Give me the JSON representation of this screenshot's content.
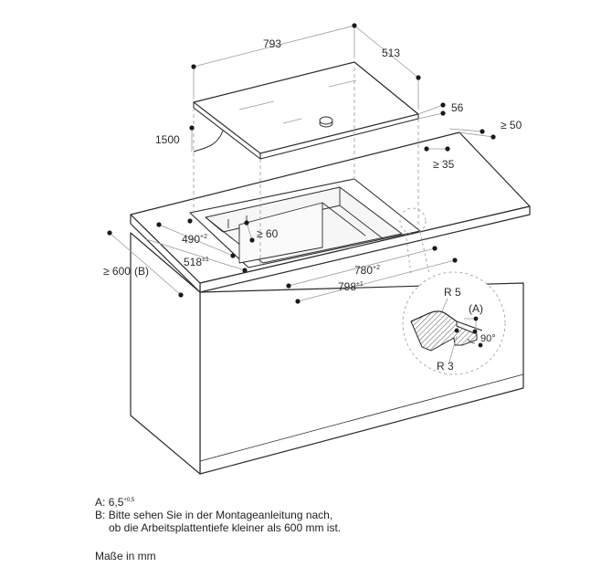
{
  "colors": {
    "line": "#2b2b2b",
    "dim": "#999999",
    "dash": "#9a9a9a",
    "hatch": "#555555"
  },
  "dimensions": {
    "hob_width": "793",
    "hob_depth": "513",
    "hob_height": "56",
    "cable_length": "1500",
    "rear_clearance": "≥ 50",
    "side_clearance": "≥ 35",
    "front_clearance": "≥ 60",
    "cutout_depth": "490",
    "cutout_depth_tol": "+2",
    "recess_depth": "518",
    "recess_depth_tol": "±1",
    "cutout_width": "780",
    "cutout_width_tol": "+2",
    "recess_width": "798",
    "recess_width_tol": "±1",
    "worktop_depth": "≥ 600",
    "worktop_depth_ref": "(B)",
    "radius_outer": "R 5",
    "radius_inner": "R 3",
    "detail_ref": "(A)",
    "angle": "90°"
  },
  "notes": {
    "a_label": "A:",
    "a_value": "6,5",
    "a_tol": "+0,5",
    "b_label": "B:",
    "b_line1": "Bitte sehen Sie in der Montageanleitung nach,",
    "b_line2": "ob die Arbeitsplattentiefe kleiner als 600 mm ist."
  },
  "unit_note": "Maße in mm"
}
